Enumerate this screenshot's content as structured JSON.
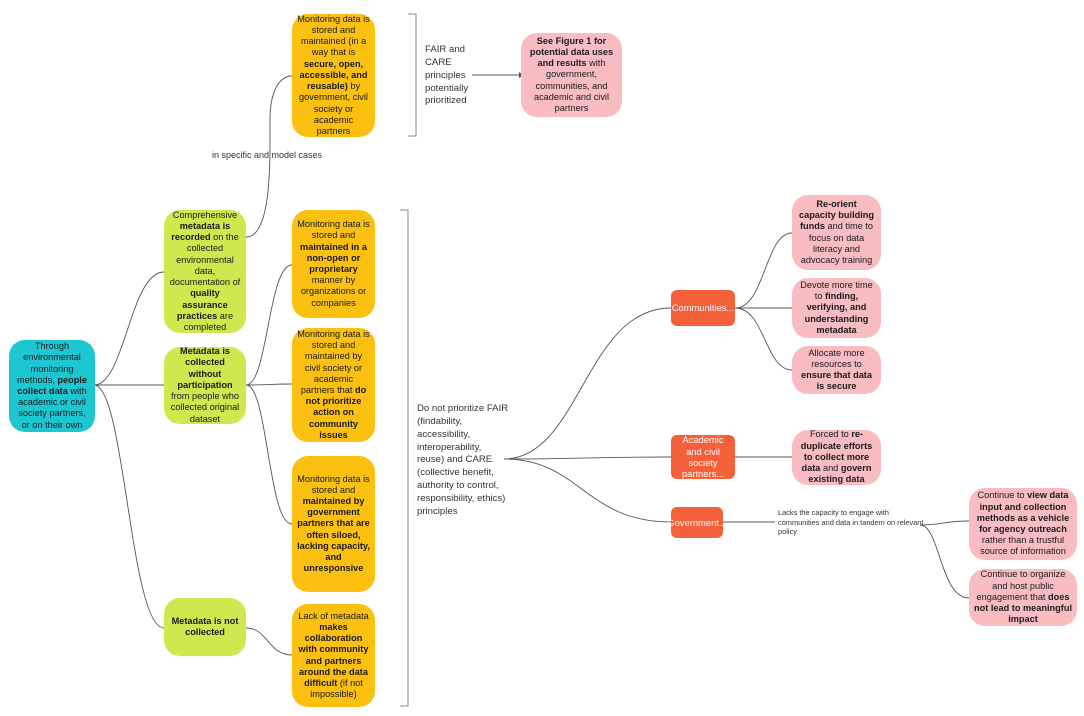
{
  "nodes": {
    "root": {
      "t1": "Through environmental monitoring methods, ",
      "b1": "people collect data",
      "t2": " with academic or civil society partners, or on their own"
    },
    "meta_recorded": {
      "t1": "Comprehensive ",
      "b1": "metadata is recorded",
      "t2": " on the collected environmental data, documentation of ",
      "b2": "quality assurance practices",
      "t3": " are completed"
    },
    "meta_without": {
      "b1": "Metadata is collected without participation",
      "t1": " from people who collected original dataset"
    },
    "meta_not": {
      "b1": "Metadata is not collected"
    },
    "open_store": {
      "t1": "Monitoring data is stored and maintained (in a way that is ",
      "b1": "secure, open, accessible, and reusable)",
      "t2": " by government, civil society or academic partners"
    },
    "proprietary": {
      "t1": "Monitoring data is stored and ",
      "b1": "maintained in a non-open or proprietary",
      "t2": " manner by organizations or companies"
    },
    "civil_no_action": {
      "t1": "Monitoring data is stored and maintained by civil society or academic partners that ",
      "b1": "do not prioritize action on community issues"
    },
    "gov_siloed": {
      "t1": "Monitoring data is stored and ",
      "b1": "maintained by government partners that are often siloed, lacking capacity, and unresponsive"
    },
    "lack_meta": {
      "t1": "Lack of metadata ",
      "b1": "makes collaboration with community and partners around the data difficult",
      "t2": " (if not impossible)"
    },
    "see_fig": {
      "b1": "See Figure 1 for potential data uses and results",
      "t1": " with government, communities, and academic and civil partners"
    },
    "communities": {
      "label": "Communities..."
    },
    "academic": {
      "label": "Academic and civil society partners..."
    },
    "government": {
      "label": "Government..."
    },
    "reorient": {
      "b1": "Re-orient capacity building funds",
      "t1": " and time to focus on data literacy and advocacy training"
    },
    "devote": {
      "t1": "Devote more time to ",
      "b1": "finding, verifying, and understanding metadata"
    },
    "allocate": {
      "t1": "Allocate more resources to ",
      "b1": "ensure that data is secure"
    },
    "forced": {
      "t1": "Forced to ",
      "b1": "re-duplicate efforts to collect more data",
      "t2": " and ",
      "b2": "govern existing data"
    },
    "view_input": {
      "t1": "Continue to ",
      "b1": "view data input and collection methods as a vehicle for agency outreach",
      "t2": " rather than a trustful source of information"
    },
    "organize": {
      "t1": "Continue to organize and host public engagement that ",
      "b1": "does not lead to meaningful impact"
    }
  },
  "labels": {
    "specific": "in specific and model cases",
    "fair_care": "FAIR and CARE principles potentially prioritized",
    "not_prioritize": "Do not prioritize FAIR (findability, accessibility, interoperability, reuse) and CARE (collective benefit, authority to control, responsibility, ethics) principles",
    "lacks_capacity": "Lacks the capacity to engage with communities and data in tandem on relevant policy"
  },
  "colors": {
    "teal": "#1cc7d2",
    "lime": "#cfe84d",
    "gold": "#fcc010",
    "pink": "#f9bcc0",
    "orange": "#f4603a",
    "line": "#555555"
  }
}
